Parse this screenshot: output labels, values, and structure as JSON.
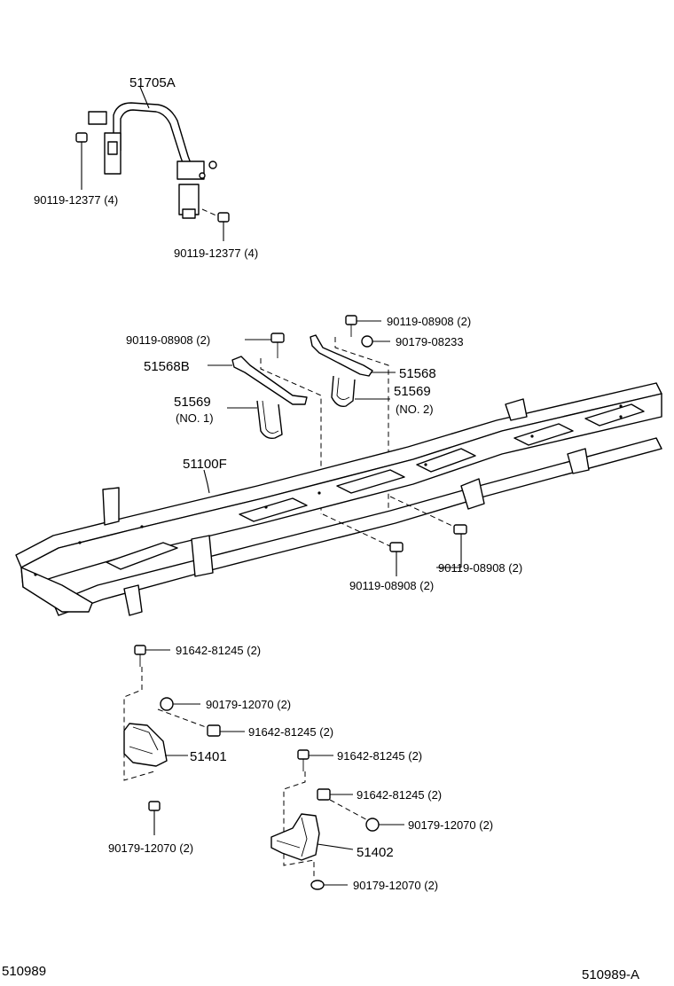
{
  "labels": {
    "frame_assembly": "51100F",
    "bar_assembly": "51705A",
    "bolt_bar_left": "90119-12377 (4)",
    "bolt_bar_right": "90119-12377 (4)",
    "bolt_bracket_top_left": "90119-08908 (2)",
    "bolt_bracket_top_right": "90119-08908 (2)",
    "nut_bracket_right": "90179-08233",
    "bracket_left": "51568B",
    "bracket_right": "51568",
    "strap_left": "51569",
    "strap_left_no": "(NO. 1)",
    "strap_right": "51569",
    "strap_right_no": "(NO. 2)",
    "bolt_frame_right": "90119-08908 (2)",
    "bolt_frame_bottom": "90119-08908 (2)",
    "bolt_51401_top": "91642-81245 (2)",
    "nut_51401_mid": "90179-12070 (2)",
    "bolt_51401_mid": "91642-81245 (2)",
    "mount_left": "51401",
    "nut_51401_bottom": "90179-12070 (2)",
    "bolt_51402_top": "91642-81245 (2)",
    "bolt_51402_mid": "91642-81245 (2)",
    "nut_51402_mid": "90179-12070 (2)",
    "mount_right": "51402",
    "nut_51402_bottom": "90179-12070 (2)"
  },
  "footer": {
    "code_left": "510989",
    "code_right": "510989-A"
  }
}
